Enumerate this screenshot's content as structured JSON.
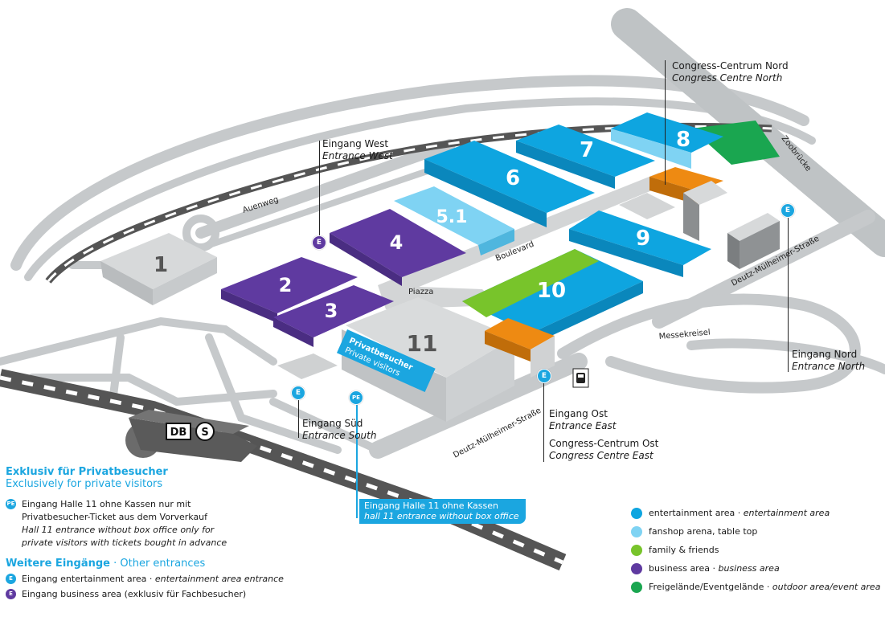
{
  "colors": {
    "entertainment": "#0ea5e0",
    "fanshop": "#7fd3f3",
    "family": "#78c42b",
    "business": "#5f3aa0",
    "outdoor": "#1aa650",
    "congress": "#ee8a12",
    "road": "#c6c9cb",
    "accent": "#1ba6e0"
  },
  "halls": [
    {
      "id": "1",
      "label": "1",
      "category": "other"
    },
    {
      "id": "2",
      "label": "2",
      "category": "business"
    },
    {
      "id": "3",
      "label": "3",
      "category": "business"
    },
    {
      "id": "4",
      "label": "4",
      "category": "business"
    },
    {
      "id": "5.1",
      "label": "5.1",
      "category": "fanshop"
    },
    {
      "id": "6",
      "label": "6",
      "category": "entertainment"
    },
    {
      "id": "7",
      "label": "7",
      "category": "entertainment"
    },
    {
      "id": "8",
      "label": "8",
      "category": "entertainment"
    },
    {
      "id": "9",
      "label": "9",
      "category": "entertainment"
    },
    {
      "id": "10",
      "label": "10",
      "category": "family"
    },
    {
      "id": "11",
      "label": "11",
      "category": "other"
    }
  ],
  "hall11_banner": {
    "de": "Privatbesucher",
    "en": "Private visitors"
  },
  "streets": {
    "auenweg": "Auenweg",
    "boulevard": "Boulevard",
    "piazza": "Piazza",
    "messekreisel": "Messekreisel",
    "zoobruecke": "Zoobrücke",
    "deutz_north": "Deutz-Mülheimer-Straße",
    "deutz_south": "Deutz-Mülheimer-Straße"
  },
  "station": {
    "db": "DB",
    "sbahn": "S"
  },
  "pins": {
    "entertainment": "E",
    "business": "E",
    "private": "PE"
  },
  "entrances": {
    "west": {
      "de": "Eingang West",
      "en": "Entrance West"
    },
    "south": {
      "de": "Eingang Süd",
      "en": "Entrance South"
    },
    "east": {
      "de": "Eingang Ost",
      "en": "Entrance East"
    },
    "congress_east": {
      "de": "Congress-Centrum Ost",
      "en": "Congress Centre East"
    },
    "north": {
      "de": "Eingang Nord",
      "en": "Entrance North"
    },
    "congress_north": {
      "de": "Congress-Centrum Nord",
      "en": "Congress Centre North"
    }
  },
  "hall11_callout": {
    "de": "Eingang Halle 11 ohne Kassen",
    "en": "hall 11 entrance without box office"
  },
  "private_legend": {
    "title_de": "Exklusiv für Privatbesucher",
    "title_en": "Exclusively for private visitors",
    "pe_badge": "PE",
    "pe_de_line1": "Eingang Halle 11 ohne Kassen nur mit",
    "pe_de_line2": "Privatbesucher-Ticket aus dem Vorverkauf",
    "pe_en_line1": "Hall 11 entrance without box office only for",
    "pe_en_line2": "private visitors with tickets bought in advance"
  },
  "other_entrances": {
    "title_de": "Weitere Eingänge",
    "sep": " · ",
    "title_en": "Other entrances",
    "items": [
      {
        "badge": "E",
        "de": "Eingang entertainment area",
        "sep": " · ",
        "en": "entertainment area entrance"
      },
      {
        "badge": "E",
        "de": "Eingang business area (exklusiv für Fachbesucher)",
        "sep": "",
        "en": ""
      }
    ]
  },
  "area_legend": [
    {
      "key": "entertainment",
      "de": "entertainment area",
      "sep": " · ",
      "en": "entertainment area"
    },
    {
      "key": "fanshop",
      "de": "fanshop arena, table top",
      "sep": "",
      "en": ""
    },
    {
      "key": "family",
      "de": "family & friends",
      "sep": "",
      "en": ""
    },
    {
      "key": "business",
      "de": "business area",
      "sep": " · ",
      "en": "business area"
    },
    {
      "key": "outdoor",
      "de": "Freigelände/Eventgelände",
      "sep": " · ",
      "en": "outdoor area/event area"
    }
  ]
}
